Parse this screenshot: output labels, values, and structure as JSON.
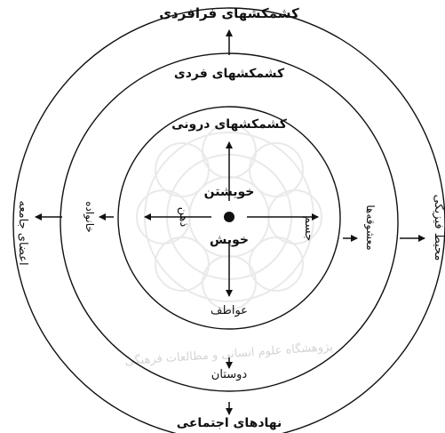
{
  "diagram": {
    "outer_arrow_label": "کشمکشهای فرافردی",
    "ring3_top_label": "کشمکشهای فردی",
    "ring2_top_label": "کشمکشهای درونی",
    "center_top_label": "خویشتن",
    "center_bottom_label": "خویش",
    "center_left_label": "ذهن",
    "center_right_label": "جسم",
    "center_down_label": "عواطف",
    "ring2_left_label": "خانواده",
    "ring2_right_label": "معشوقه‌ها",
    "ring2_bottom_label": "دوستان",
    "outer_left_label": "اعضای جامعه",
    "outer_right_label": "محیط فیزیکی",
    "outer_bottom_label": "نهادهای اجتماعی",
    "watermark_text": "پژوهشگاه علوم انسانی و مطالعات فرهنگی"
  }
}
